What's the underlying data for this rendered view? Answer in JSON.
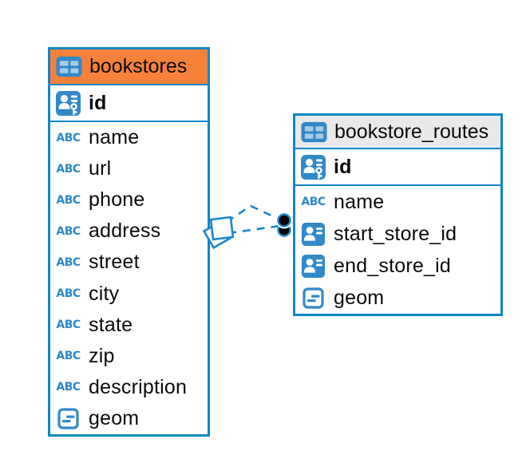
{
  "colors": {
    "table_border_blue": "#1286C9",
    "bookstores_header_bg": "#F6813B",
    "routes_header_bg": "#E9E9E9",
    "icon_blue": "#3189C8",
    "icon_cell_light": "#A9CBE5",
    "connection_blue": "#1B87CC",
    "marker_black": "#000000",
    "row_text": "#0A0A0A"
  },
  "icons": {
    "abc_label": "ABC"
  },
  "tables": [
    {
      "title": "bookstores",
      "pk": {
        "name": "id",
        "icon": "primary-key-person-icon"
      },
      "columns": [
        {
          "name": "name",
          "icon": "text-abc-icon"
        },
        {
          "name": "url",
          "icon": "text-abc-icon"
        },
        {
          "name": "phone",
          "icon": "text-abc-icon"
        },
        {
          "name": "address",
          "icon": "text-abc-icon"
        },
        {
          "name": "street",
          "icon": "text-abc-icon"
        },
        {
          "name": "city",
          "icon": "text-abc-icon"
        },
        {
          "name": "state",
          "icon": "text-abc-icon"
        },
        {
          "name": "zip",
          "icon": "text-abc-icon"
        },
        {
          "name": "description",
          "icon": "text-abc-icon"
        },
        {
          "name": "geom",
          "icon": "geometry-icon"
        }
      ]
    },
    {
      "title": "bookstore_routes",
      "pk": {
        "name": "id",
        "icon": "primary-key-person-icon"
      },
      "columns": [
        {
          "name": "name",
          "icon": "text-abc-icon"
        },
        {
          "name": "start_store_id",
          "icon": "foreign-key-person-icon"
        },
        {
          "name": "end_store_id",
          "icon": "foreign-key-person-icon"
        },
        {
          "name": "geom",
          "icon": "geometry-icon"
        }
      ]
    }
  ]
}
